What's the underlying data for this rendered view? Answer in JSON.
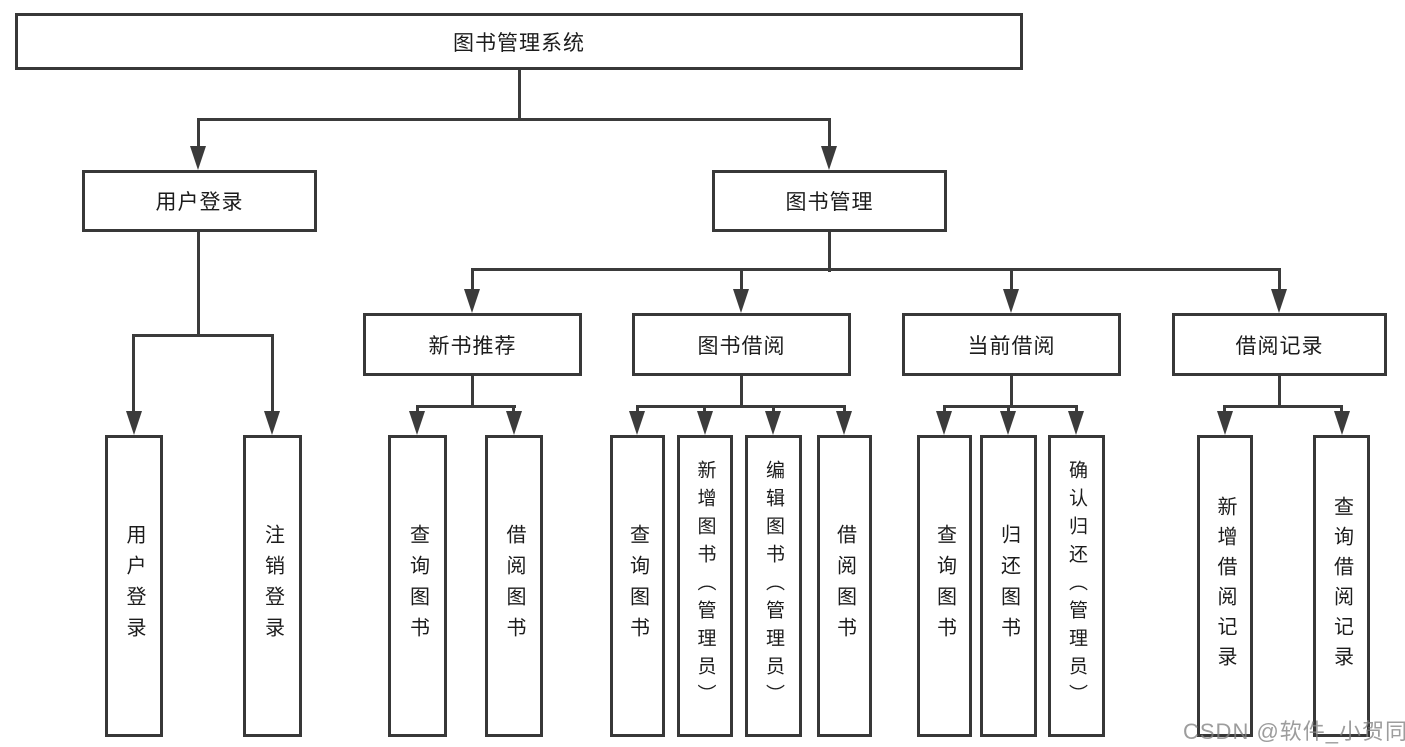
{
  "diagram_type": "hierarchy-tree",
  "colors": {
    "background": "#ffffff",
    "box_border": "#383838",
    "connector_line": "#3b3b3b",
    "text": "#1c1c1c",
    "watermark": "#828282"
  },
  "watermark": "CSDN @软件_小贺同学",
  "nodes": {
    "root": "图书管理系统",
    "l2": [
      "用户登录",
      "图书管理"
    ],
    "l3": [
      "新书推荐",
      "图书借阅",
      "当前借阅",
      "借阅记录"
    ],
    "leaves_user_login": [
      "用户登录",
      "注销登录"
    ],
    "leaves_new_book": [
      "查询图书",
      "借阅图书"
    ],
    "leaves_book_borrow": [
      "查询图书",
      "新增图书（管理员）",
      "编辑图书（管理员）",
      "借阅图书"
    ],
    "leaves_current_borrow": [
      "查询图书",
      "归还图书",
      "确认归还（管理员）"
    ],
    "leaves_borrow_records": [
      "新增借阅记录",
      "查询借阅记录"
    ]
  }
}
